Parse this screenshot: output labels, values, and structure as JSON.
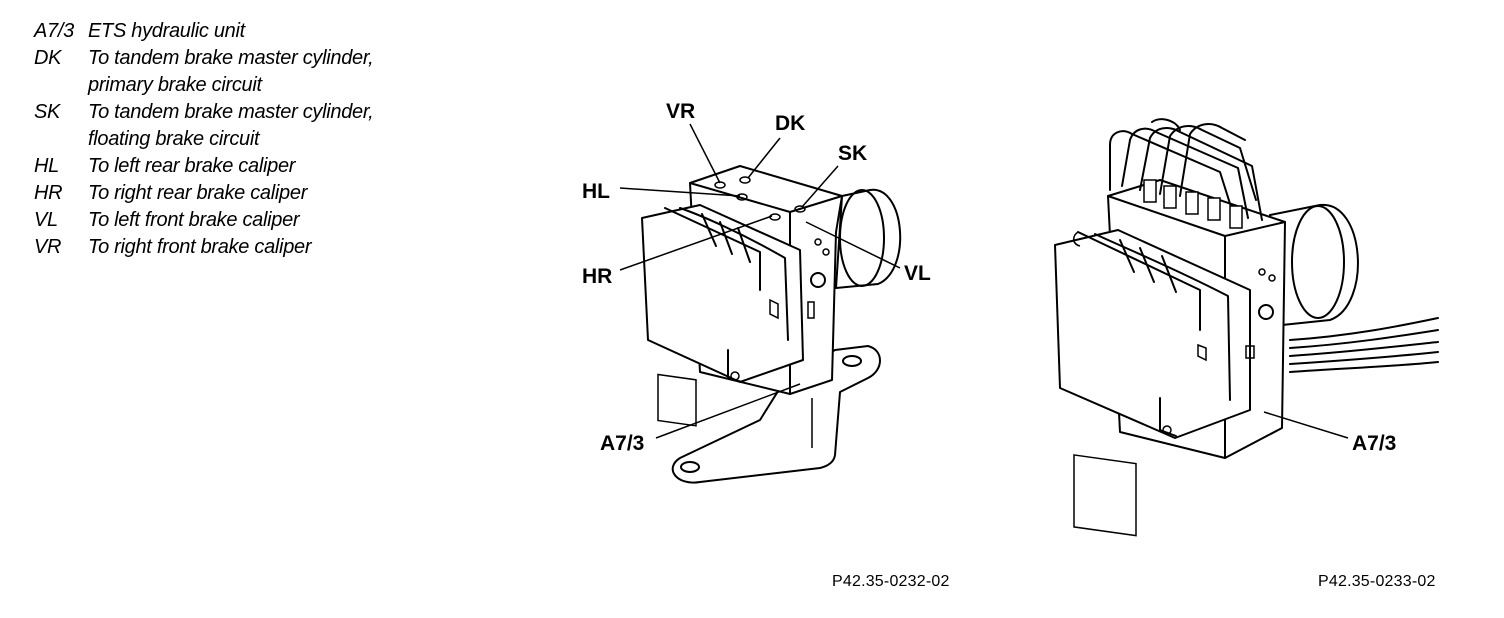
{
  "legend": [
    {
      "code": "A7/3",
      "lines": [
        "ETS hydraulic unit"
      ]
    },
    {
      "code": "DK",
      "lines": [
        "To tandem brake master cylinder,",
        "primary brake circuit"
      ]
    },
    {
      "code": "SK",
      "lines": [
        "To tandem brake master cylinder,",
        "floating brake circuit"
      ]
    },
    {
      "code": "HL",
      "lines": [
        "To left rear brake caliper"
      ]
    },
    {
      "code": "HR",
      "lines": [
        "To right rear brake caliper"
      ]
    },
    {
      "code": "VL",
      "lines": [
        "To left front brake caliper"
      ]
    },
    {
      "code": "VR",
      "lines": [
        "To right front brake caliper"
      ]
    }
  ],
  "figure_left": {
    "ref": "P42.35-0232-02",
    "callouts": {
      "vr": "VR",
      "dk": "DK",
      "sk": "SK",
      "hl": "HL",
      "hr": "HR",
      "vl": "VL",
      "a73": "A7/3"
    }
  },
  "figure_right": {
    "ref": "P42.35-0233-02",
    "callouts": {
      "a73": "A7/3"
    }
  }
}
